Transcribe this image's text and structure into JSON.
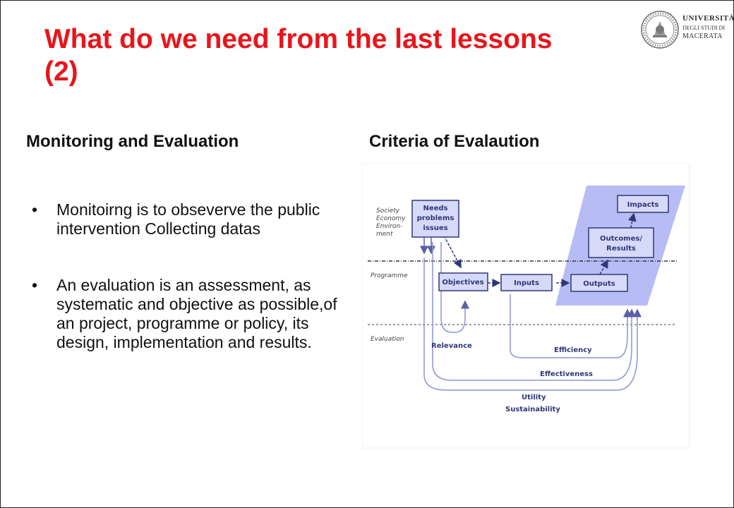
{
  "slide": {
    "title_line1": "What do we need from the last lessons",
    "title_line2": "(2)",
    "logo": {
      "line1": "UNIVERSITÀ",
      "line2": "DEGLI STUDI DI",
      "line3": "MACERATA",
      "icon": "university-seal-icon"
    },
    "left": {
      "heading": "Monitoring and Evaluation",
      "bullets": [
        "Monitoirng is to obseverve the public intervention Collecting datas",
        "An evaluation is an assessment, as systematic and objective as possible,of an project, programme or policy, its design, implementation and results."
      ]
    },
    "right": {
      "heading": "Criteria of Evalaution"
    }
  },
  "diagram": {
    "zone_labels": {
      "society": "Society",
      "economy": "Economy",
      "environ1": "Environ-",
      "environ2": "ment",
      "programme": "Programme",
      "evaluation": "Evaluation"
    },
    "boxes": {
      "needs1": "Needs",
      "needs2": "problems",
      "needs3": "issues",
      "objectives": "Objectives",
      "inputs": "Inputs",
      "outputs": "Outputs",
      "outcomes1": "Outcomes/",
      "outcomes2": "Results",
      "impacts": "Impacts"
    },
    "criteria": {
      "relevance": "Relevance",
      "efficiency": "Efficiency",
      "effectiveness": "Effectiveness",
      "utility": "Utility",
      "sustainability": "Sustainability"
    },
    "colors": {
      "box_fill": "#d6d9f7",
      "box_stroke": "#2e3878",
      "effects_area": "#b8bcf5",
      "arrows": "#8e93cf",
      "title_red": "#e8151b"
    }
  }
}
